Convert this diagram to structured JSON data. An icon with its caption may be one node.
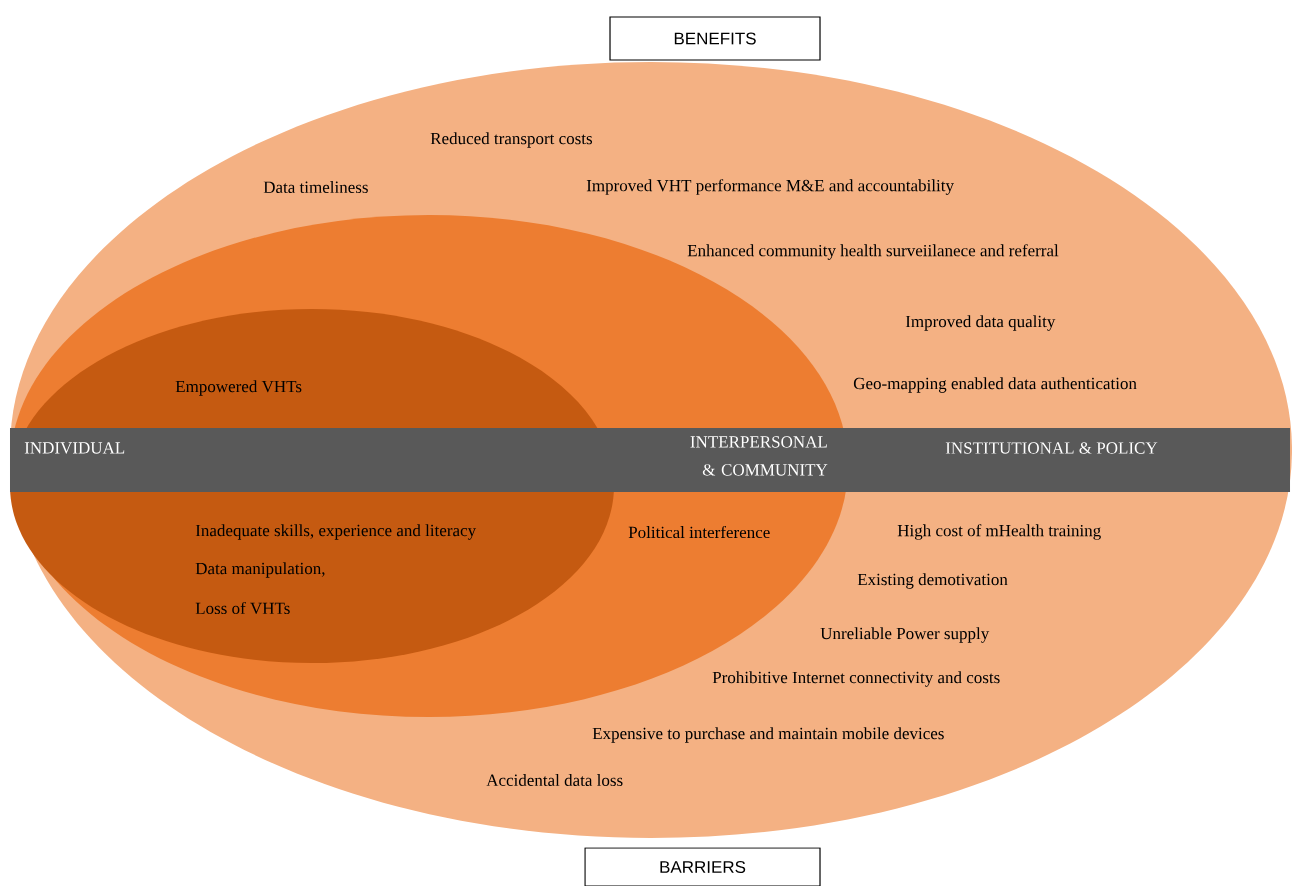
{
  "diagram": {
    "nodes": [
      {
        "text": [
          "BENEFITS"
        ]
      },
      {
        "text": [
          "Reduced transport costs",
          "Data timeliness",
          "Improved VHT performance M&E and accountability",
          "Enhanced community health surveiilanece and referral",
          "Improved data quality",
          "Geo-mapping enabled data authentication",
          "High cost of mHealth training",
          "Existing demotivation",
          "Unreliable Power supply",
          "Prohibitive Internet connectivity and costs",
          "Expensive to purchase and maintain mobile devices",
          "Accidental data loss"
        ]
      },
      {
        "text": [
          "Political interference"
        ],
        "in": 1
      },
      {
        "text": [
          "Empowered  VHTs",
          "Inadequate skills, experience and literacy",
          "Data manipulation,",
          "Loss of VHTs"
        ],
        "in": 2
      },
      {
        "text": [
          "INDIVIDUAL",
          "INTERPERSONAL & COMMUNITY",
          "INSTITUTIONAL & POLICY"
        ],
        "in": 1
      },
      {
        "text": [
          "BARRIERS"
        ]
      }
    ]
  }
}
